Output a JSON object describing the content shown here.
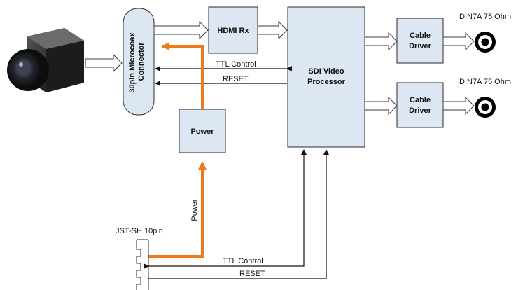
{
  "blocks": {
    "connector": {
      "line1": "30pin Microcoax",
      "line2": "Connector"
    },
    "hdmi": {
      "label": "HDMI Rx"
    },
    "power": {
      "label": "Power"
    },
    "sdi": {
      "line1": "SDI Video",
      "line2": "Processor"
    },
    "cable_driver_top": {
      "line1": "Cable",
      "line2": "Driver"
    },
    "cable_driver_bottom": {
      "line1": "Cable",
      "line2": "Driver"
    }
  },
  "outputs": {
    "top": "DIN7A 75 Ohm",
    "bottom": "DIN7A 75 Ohm"
  },
  "jst": {
    "label": "JST-SH 10pin"
  },
  "signals": {
    "ttl_top": "TTL Control",
    "reset_top": "RESET",
    "ttl_bottom": "TTL Control",
    "reset_bottom": "RESET",
    "power_vertical": "Power"
  },
  "colors": {
    "block_fill": "#dde7f3",
    "power_line": "#f07a1a",
    "line": "#111111"
  }
}
